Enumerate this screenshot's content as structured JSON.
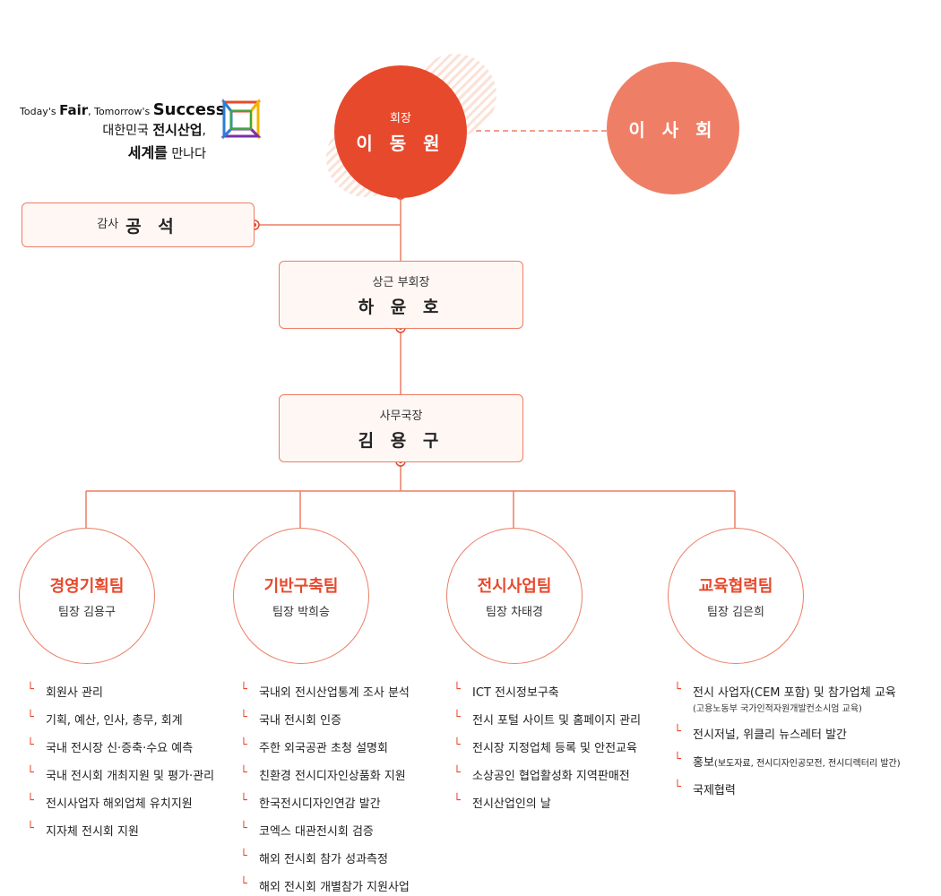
{
  "slogan": {
    "line1_a": "Today's ",
    "line1_b": "Fair",
    "line1_c": ", Tomorrow's ",
    "line1_d": "Success",
    "line2_a": "대한민국 ",
    "line2_b": "전시산업",
    "line2_c": ",",
    "line3_a": "세계를",
    "line3_b": " 만나다"
  },
  "chairman": {
    "role": "회장",
    "name": "이 동 원"
  },
  "board": {
    "name": "이 사 회"
  },
  "auditor": {
    "role": "감사",
    "name": "공 석"
  },
  "vice_president": {
    "role": "상근 부회장",
    "name": "하 윤 호"
  },
  "secretary_general": {
    "role": "사무국장",
    "name": "김 용 구"
  },
  "teams": [
    {
      "name": "경영기획팀",
      "leader": "팀장 김용구",
      "tasks": [
        "회원사 관리",
        "기획, 예산, 인사, 총무, 회계",
        "국내 전시장 신·증축·수요 예측",
        "국내 전시회 개최지원 및 평가·관리",
        "전시사업자 해외업체 유치지원",
        "지자체 전시회 지원"
      ]
    },
    {
      "name": "기반구축팀",
      "leader": "팀장 박희승",
      "tasks": [
        "국내외 전시산업통계 조사 분석",
        "국내 전시회 인증",
        "주한 외국공관 초청 설명회",
        "친환경 전시디자인상품화 지원",
        "한국전시디자인연감 발간",
        "코엑스 대관전시회 검증",
        "해외 전시회 참가 성과측정",
        "해외 전시회 개별참가 지원사업"
      ]
    },
    {
      "name": "전시사업팀",
      "leader": "팀장 차태경",
      "tasks": [
        "ICT 전시정보구축",
        "전시 포털 사이트 및 홈페이지 관리",
        "전시장 지정업체 등록 및 안전교육",
        "소상공인 협업활성화 지역판매전",
        "전시산업인의 날"
      ]
    },
    {
      "name": "교육협력팀",
      "leader": "팀장 김은희",
      "tasks": [
        {
          "text": "전시 사업자(CEM 포함) 및 참가업체 교육",
          "sub": "(고용노동부 국가인적자원개발컨소시엄 교육)"
        },
        {
          "text": "전시저널, 위클리 뉴스레터 발간"
        },
        {
          "text": "홍보",
          "small": "(보도자료, 전시디자인공모전, 전시디렉터리 발간)"
        },
        {
          "text": "국제협력"
        }
      ]
    }
  ],
  "colors": {
    "accent": "#e7492c",
    "board": "#ee7f66",
    "border": "#ec7e65",
    "box_bg": "#fff7f4"
  }
}
